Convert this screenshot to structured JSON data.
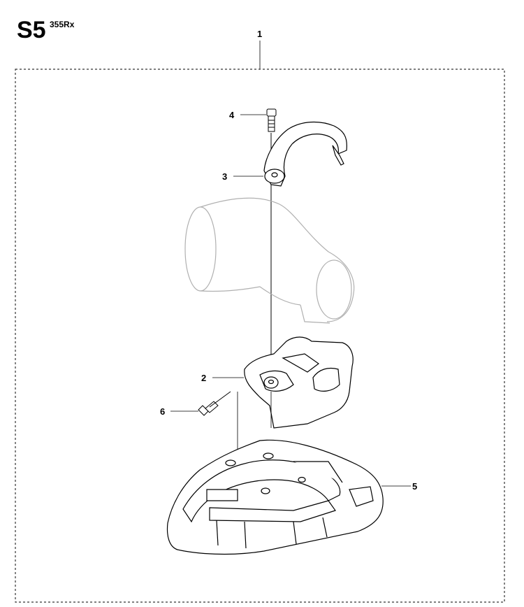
{
  "header": {
    "title": "S5",
    "model": "355Rx"
  },
  "callouts": [
    {
      "id": "1",
      "label": "1"
    },
    {
      "id": "2",
      "label": "2"
    },
    {
      "id": "3",
      "label": "3"
    },
    {
      "id": "4",
      "label": "4"
    },
    {
      "id": "5",
      "label": "5"
    },
    {
      "id": "6",
      "label": "6"
    }
  ],
  "colors": {
    "ink": "#000000",
    "ghost": "#b0b0b0",
    "frame": "#333333"
  }
}
